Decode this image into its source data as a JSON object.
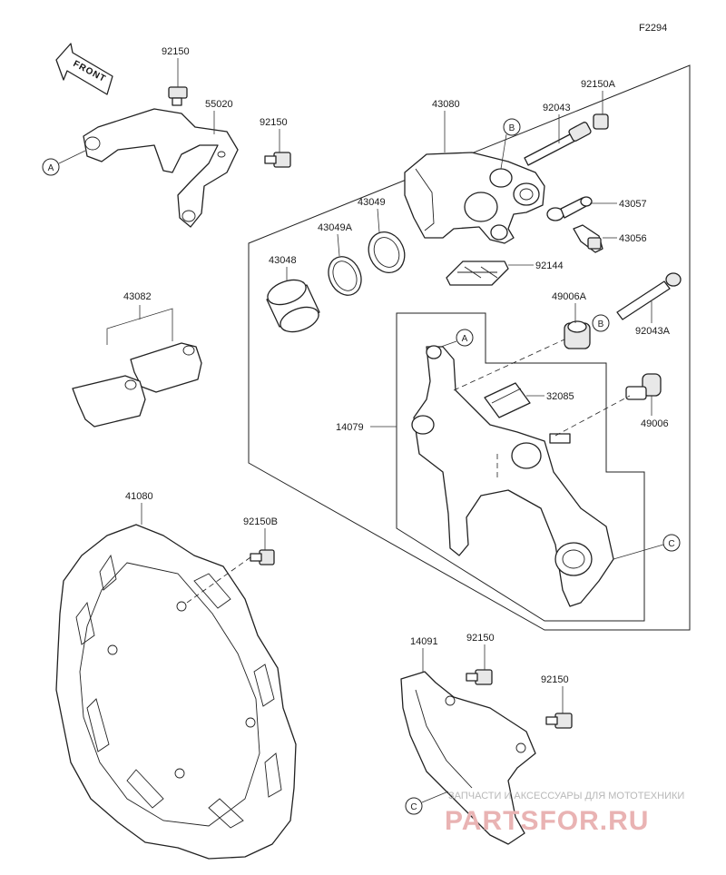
{
  "figure_code": "F2294",
  "front_arrow": "FRONT",
  "refs": {
    "a": "A",
    "b": "B",
    "c": "C"
  },
  "parts": {
    "p92150_top": "92150",
    "p55020": "55020",
    "p92150_mid": "92150",
    "p43080": "43080",
    "p92150a": "92150A",
    "p92043": "92043",
    "p43057": "43057",
    "p43056": "43056",
    "p43049": "43049",
    "p43049a": "43049A",
    "p43048": "43048",
    "p92144": "92144",
    "p43082": "43082",
    "p49006a": "49006A",
    "p92043a": "92043A",
    "p32085": "32085",
    "p14079": "14079",
    "p49006": "49006",
    "p41080": "41080",
    "p92150b": "92150B",
    "p14091": "14091",
    "p92150_bl": "92150",
    "p92150_br": "92150"
  },
  "watermark": {
    "caption": "ЗАПЧАСТИ И АКСЕССУАРЫ ДЛЯ МОТОТЕХНИКИ",
    "brand": "PARTSFOR.RU"
  }
}
